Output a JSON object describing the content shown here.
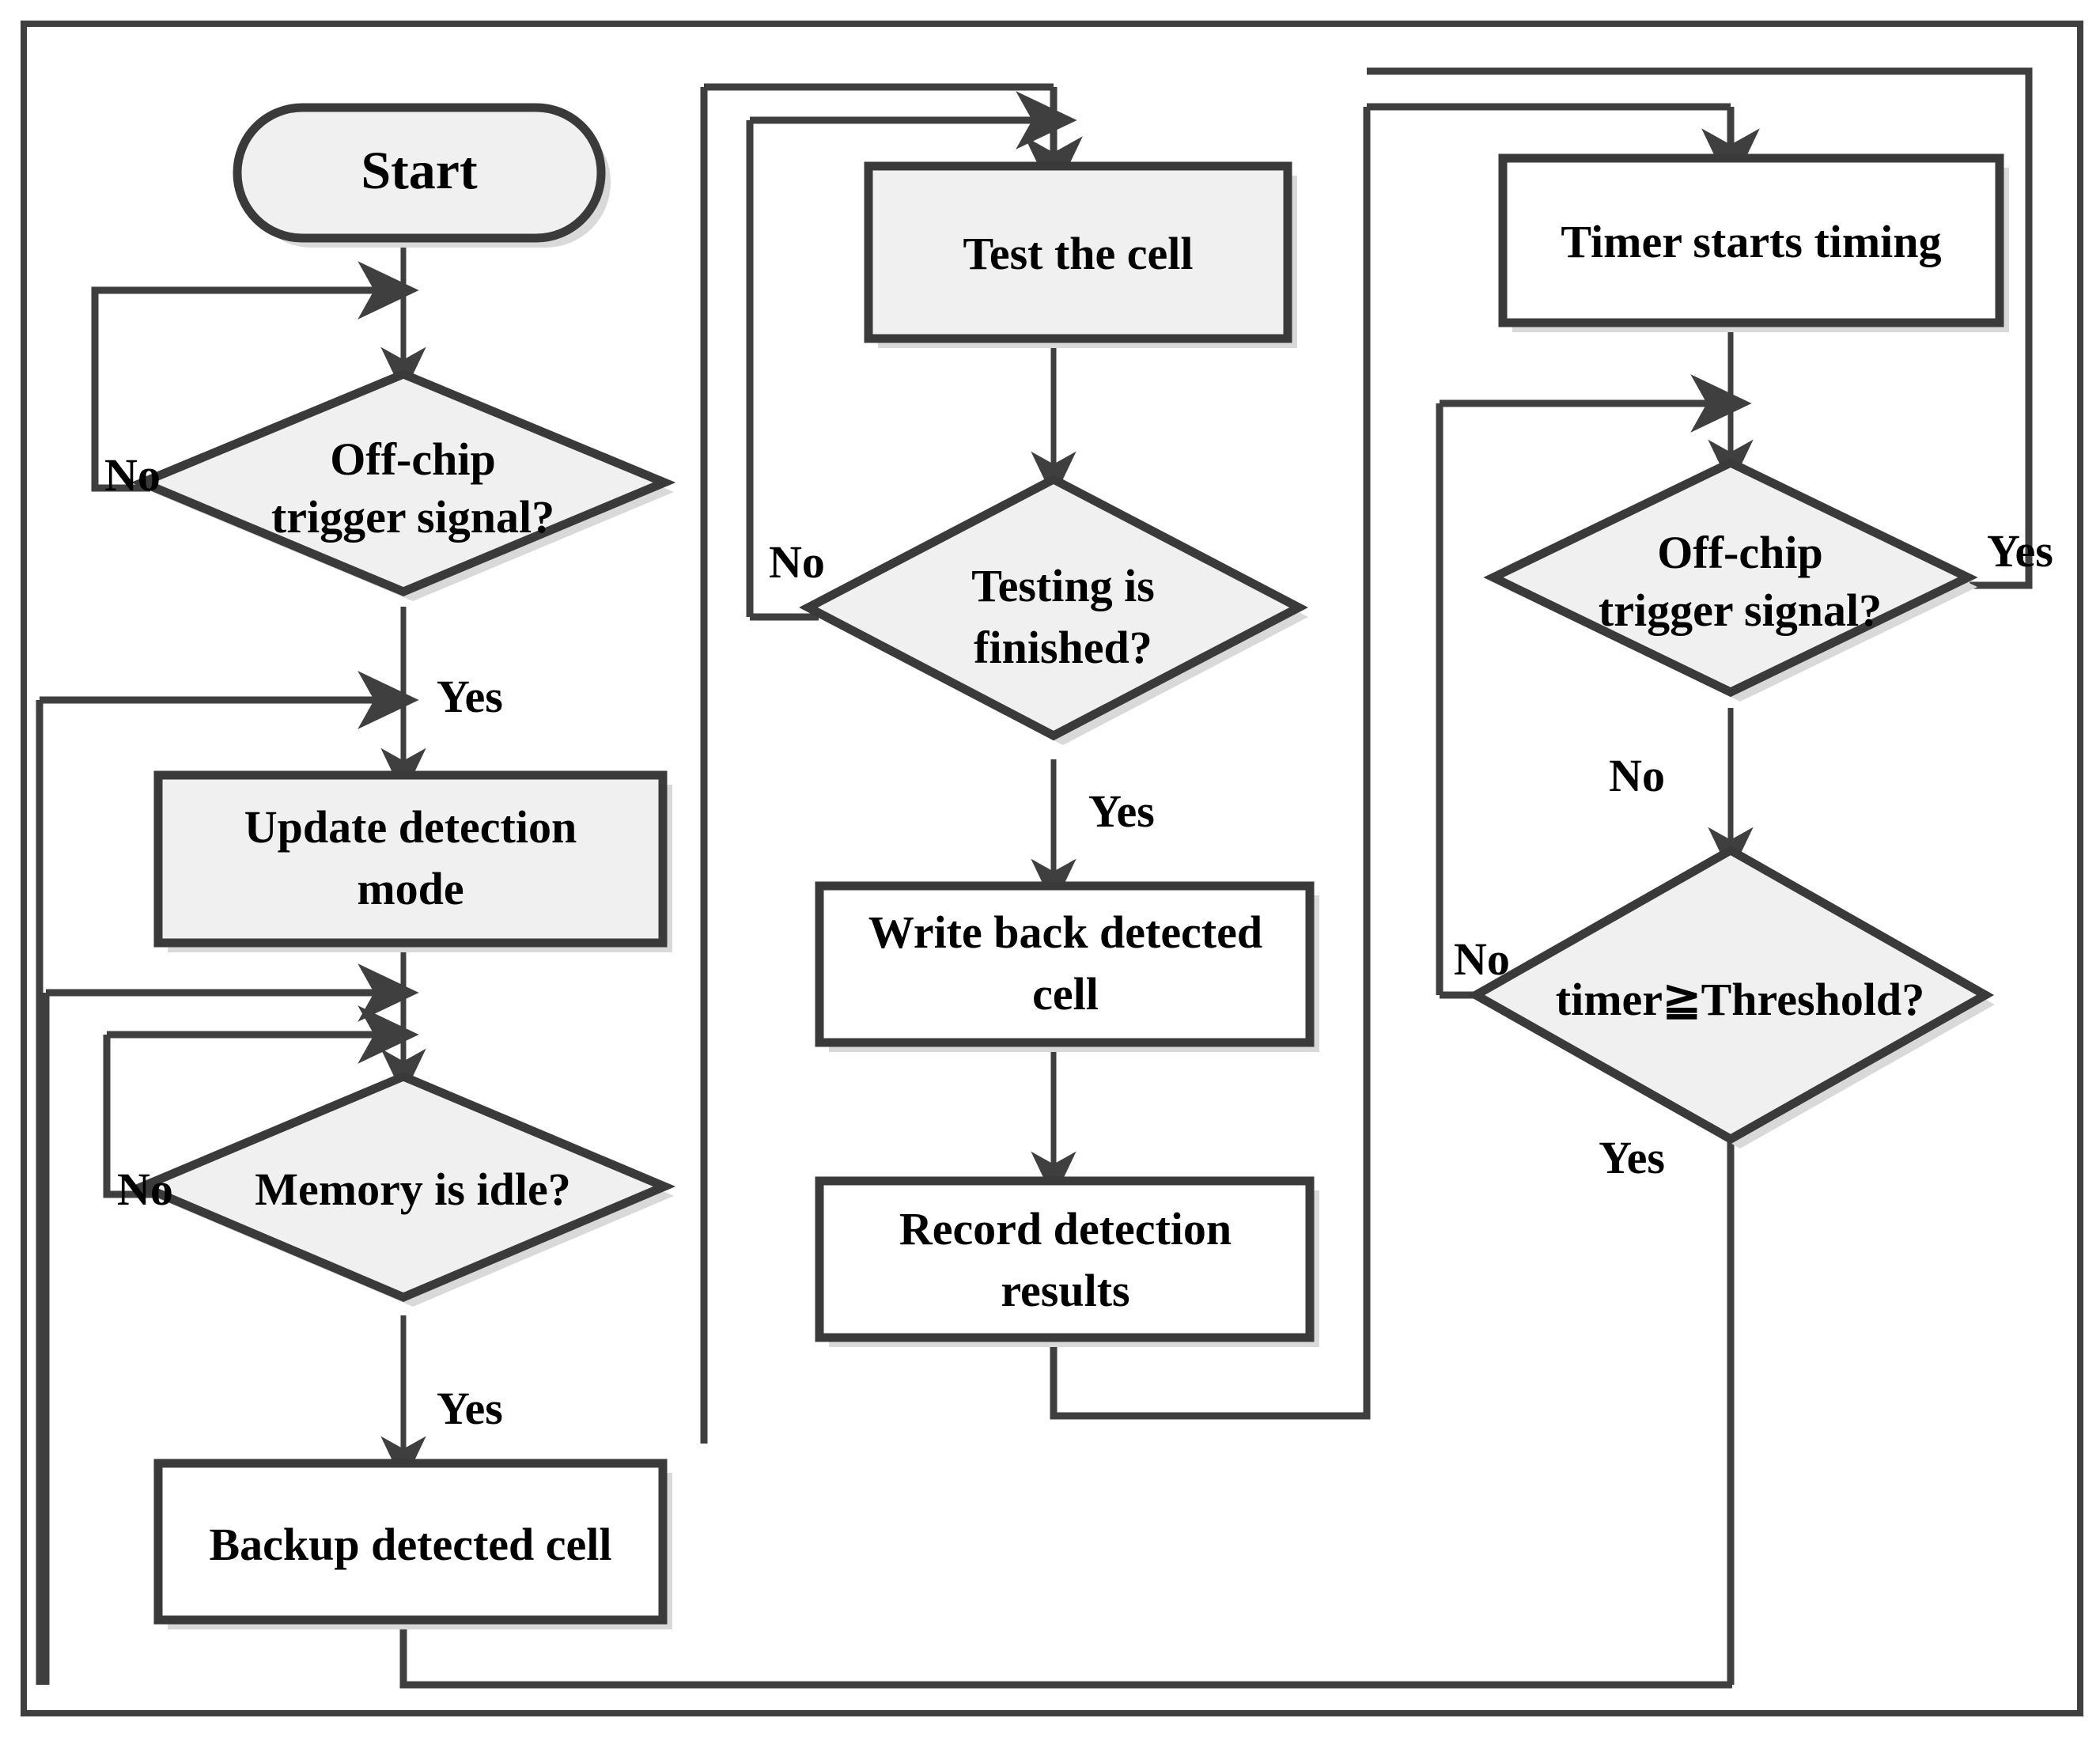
{
  "diagram": {
    "title": "Off-chip triggered memory cell detection flowchart",
    "colors": {
      "shape_fill_gray": "#f0f0f0",
      "shape_fill_white": "#ffffff",
      "stroke": "#3a3a3a",
      "connector": "#3f3f3f",
      "shadow": "#d9d9d9",
      "text": "#000000",
      "background": "#ffffff"
    },
    "nodes": [
      {
        "id": "start",
        "type": "terminator",
        "lines": [
          "Start"
        ],
        "fill": "#f0f0f0"
      },
      {
        "id": "offchip1",
        "type": "decision",
        "lines": [
          "Off-chip",
          "trigger signal?"
        ],
        "fill": "#f0f0f0"
      },
      {
        "id": "update_mode",
        "type": "process",
        "lines": [
          "Update detection",
          "mode"
        ],
        "fill": "#f0f0f0"
      },
      {
        "id": "mem_idle",
        "type": "decision",
        "lines": [
          "Memory is idle?"
        ],
        "fill": "#f0f0f0"
      },
      {
        "id": "backup_cell",
        "type": "process",
        "lines": [
          "Backup detected cell"
        ],
        "fill": "#ffffff"
      },
      {
        "id": "test_cell",
        "type": "process",
        "lines": [
          "Test the cell"
        ],
        "fill": "#f0f0f0"
      },
      {
        "id": "test_finished",
        "type": "decision",
        "lines": [
          "Testing is",
          "finished?"
        ],
        "fill": "#f0f0f0"
      },
      {
        "id": "write_back",
        "type": "process",
        "lines": [
          "Write back detected",
          "cell"
        ],
        "fill": "#ffffff"
      },
      {
        "id": "record_results",
        "type": "process",
        "lines": [
          "Record detection",
          "results"
        ],
        "fill": "#ffffff"
      },
      {
        "id": "timer_start",
        "type": "process",
        "lines": [
          "Timer starts timing"
        ],
        "fill": "#ffffff"
      },
      {
        "id": "offchip2",
        "type": "decision",
        "lines": [
          "Off-chip",
          "trigger signal?"
        ],
        "fill": "#f0f0f0"
      },
      {
        "id": "timer_threshold",
        "type": "decision",
        "lines": [
          "timer≧Threshold?"
        ],
        "fill": "#f0f0f0"
      }
    ],
    "edge_labels": [
      {
        "id": "no-offchip1",
        "text": "No"
      },
      {
        "id": "yes-offchip1",
        "text": "Yes"
      },
      {
        "id": "no-mem-idle",
        "text": "No"
      },
      {
        "id": "yes-mem-idle",
        "text": "Yes"
      },
      {
        "id": "no-test-finished",
        "text": "No"
      },
      {
        "id": "yes-test-finished",
        "text": "Yes"
      },
      {
        "id": "yes-offchip2",
        "text": "Yes"
      },
      {
        "id": "no-offchip2",
        "text": "No"
      },
      {
        "id": "no-timer",
        "text": "No"
      },
      {
        "id": "yes-timer",
        "text": "Yes"
      }
    ]
  }
}
